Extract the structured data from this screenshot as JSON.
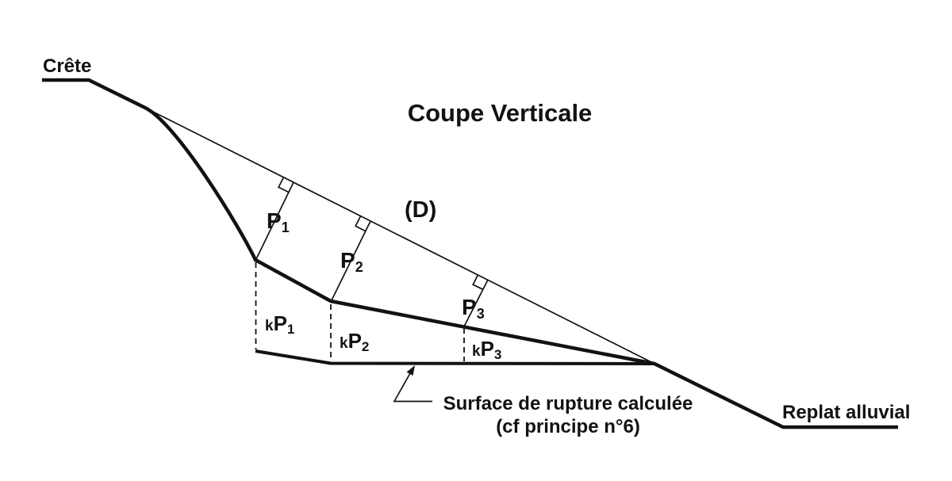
{
  "colors": {
    "background": "#ffffff",
    "ink": "#121212"
  },
  "title": "Coupe Verticale",
  "terrain": {
    "crest_label": "Crête",
    "flat_label": "Replat alluvial"
  },
  "line_d_label": "(D)",
  "pressures": [
    {
      "main": "P",
      "sub": "1"
    },
    {
      "main": "P",
      "sub": "2"
    },
    {
      "main": "P",
      "sub": "3"
    }
  ],
  "k_pressures": [
    {
      "coef": "k",
      "main": "P",
      "sub": "1"
    },
    {
      "coef": "k",
      "main": "P",
      "sub": "2"
    },
    {
      "coef": "k",
      "main": "P",
      "sub": "3"
    }
  ],
  "caption": {
    "line1": "Surface de rupture calculée",
    "line2": "(cf principe n°6)"
  }
}
